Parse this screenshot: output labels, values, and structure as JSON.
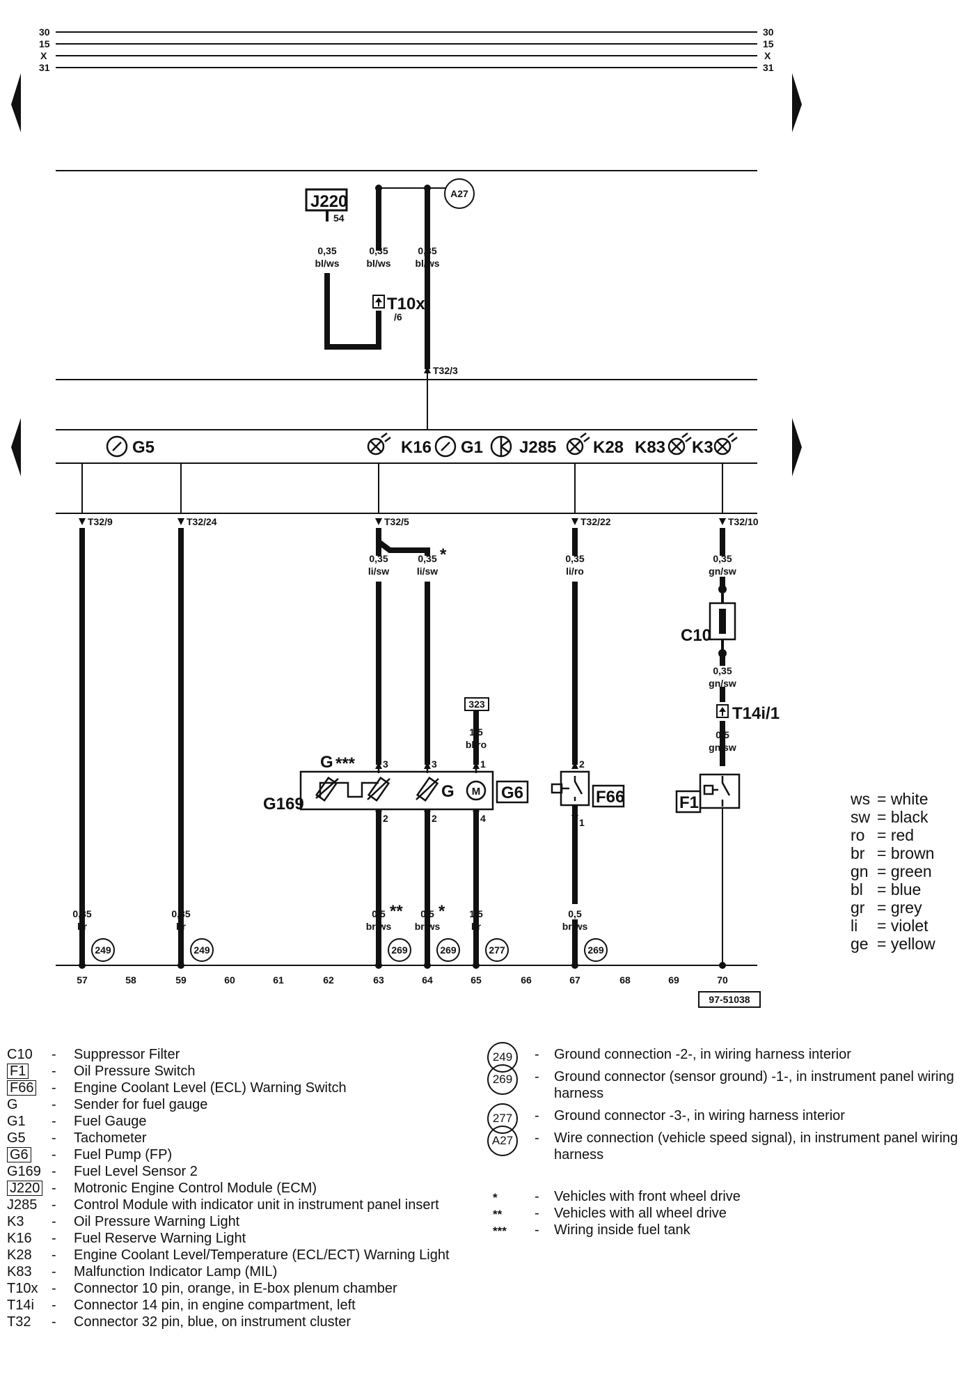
{
  "rails": [
    "30",
    "15",
    "X",
    "31"
  ],
  "components": {
    "J220": "J220",
    "J220_pin": "54",
    "A27": "A27",
    "T10x": "T10x",
    "T10x_pin": "/6",
    "T32_3": "T32/3",
    "G5": "G5",
    "K16": "K16",
    "G1": "G1",
    "J285": "J285",
    "K28": "K28",
    "K83": "K83",
    "K3": "K3",
    "C10": "C10",
    "T14i": "T14i/1",
    "G": "G",
    "G_stars": "***",
    "G169": "G169",
    "G6": "G6",
    "F66": "F66",
    "F1": "F1",
    "box323": "323",
    "ref": "97-51038"
  },
  "pin_labels": {
    "t32_9": "T32/9",
    "t32_24": "T32/24",
    "t32_5": "T32/5",
    "t32_22": "T32/22",
    "t32_10": "T32/10",
    "p3a": "3",
    "p3b": "3",
    "p1": "1",
    "p2a": "2",
    "p2b": "2",
    "p4": "4",
    "p2c": "2",
    "p1c": "1"
  },
  "wires": {
    "w_j220": [
      "0,35",
      "bl/ws"
    ],
    "w_t10": [
      "0,35",
      "bl/ws"
    ],
    "w_a27": [
      "0,35",
      "bl/ws"
    ],
    "w_63top": [
      "0,35",
      "li/sw"
    ],
    "w_64top": [
      "0,35",
      "li/sw"
    ],
    "w_67top": [
      "0,35",
      "li/ro"
    ],
    "w_70top": [
      "0,35",
      "gn/sw"
    ],
    "w_70mid": [
      "0,35",
      "gn/sw"
    ],
    "w_70low": [
      "0,5",
      "gn/sw"
    ],
    "w_65top": [
      "1,5",
      "bl/ro"
    ],
    "w_57": [
      "0,35",
      "br"
    ],
    "w_59": [
      "0,35",
      "br"
    ],
    "w_63": [
      "0,5",
      "br/ws"
    ],
    "w_64": [
      "0,5",
      "br/ws"
    ],
    "w_65": [
      "1,5",
      "br"
    ],
    "w_67": [
      "0,5",
      "br/ws"
    ]
  },
  "marks": {
    "m64top": "*",
    "m63": "**",
    "m64": "*"
  },
  "grounds": {
    "g57": "249",
    "g59": "249",
    "g63": "269",
    "g64": "269",
    "g65": "277",
    "g67": "269"
  },
  "numbers": [
    "57",
    "58",
    "59",
    "60",
    "61",
    "62",
    "63",
    "64",
    "65",
    "66",
    "67",
    "68",
    "69",
    "70"
  ],
  "color_key": [
    [
      "ws",
      "= white"
    ],
    [
      "sw",
      "= black"
    ],
    [
      "ro",
      "= red"
    ],
    [
      "br",
      "= brown"
    ],
    [
      "gn",
      "= green"
    ],
    [
      "bl",
      "= blue"
    ],
    [
      "gr",
      "= grey"
    ],
    [
      "li",
      "= violet"
    ],
    [
      "ge",
      "= yellow"
    ]
  ],
  "legend_left": [
    {
      "code": "C10",
      "box": false,
      "dash": "-",
      "desc": "Suppressor Filter"
    },
    {
      "code": "F1",
      "box": true,
      "dash": "-",
      "desc": "Oil Pressure Switch"
    },
    {
      "code": "F66",
      "box": true,
      "dash": "-",
      "desc": "Engine Coolant Level (ECL) Warning Switch"
    },
    {
      "code": "G",
      "box": false,
      "dash": "-",
      "desc": "Sender for fuel gauge"
    },
    {
      "code": "G1",
      "box": false,
      "dash": "-",
      "desc": "Fuel Gauge"
    },
    {
      "code": "G5",
      "box": false,
      "dash": "-",
      "desc": "Tachometer"
    },
    {
      "code": "G6",
      "box": true,
      "dash": "-",
      "desc": "Fuel Pump (FP)"
    },
    {
      "code": "G169",
      "box": false,
      "dash": "-",
      "desc": "Fuel Level Sensor 2"
    },
    {
      "code": "J220",
      "box": true,
      "dash": "-",
      "desc": "Motronic Engine Control Module (ECM)"
    },
    {
      "code": "J285",
      "box": false,
      "dash": "-",
      "desc": "Control Module with indicator unit in instrument panel insert"
    },
    {
      "code": "K3",
      "box": false,
      "dash": "-",
      "desc": "Oil Pressure Warning Light"
    },
    {
      "code": "K16",
      "box": false,
      "dash": "-",
      "desc": "Fuel Reserve Warning Light"
    },
    {
      "code": "K28",
      "box": false,
      "dash": "-",
      "desc": "Engine Coolant Level/Temperature (ECL/ECT) Warning Light"
    },
    {
      "code": "K83",
      "box": false,
      "dash": "-",
      "desc": "Malfunction Indicator Lamp (MIL)"
    },
    {
      "code": "T10x",
      "box": false,
      "dash": "-",
      "desc": "Connector 10 pin, orange, in E-box plenum chamber"
    },
    {
      "code": "T14i",
      "box": false,
      "dash": "-",
      "desc": "Connector 14 pin, in engine compartment, left"
    },
    {
      "code": "T32",
      "box": false,
      "dash": "-",
      "desc": "Connector 32 pin, blue, on instrument cluster"
    }
  ],
  "legend_right": [
    {
      "code": "249",
      "type": "circle",
      "dash": "-",
      "desc": "Ground connection -2-, in wiring harness interior"
    },
    {
      "code": "269",
      "type": "circle",
      "dash": "-",
      "desc": "Ground connector (sensor ground) -1-, in instrument panel wiring harness"
    },
    {
      "code": "277",
      "type": "circle",
      "dash": "-",
      "desc": "Ground connector -3-, in wiring harness interior"
    },
    {
      "code": "A27",
      "type": "circle",
      "dash": "-",
      "desc": "Wire connection (vehicle speed signal), in instrument panel wiring harness"
    },
    {
      "code": "*",
      "type": "star",
      "dash": "-",
      "desc": "Vehicles with front wheel drive"
    },
    {
      "code": "**",
      "type": "star",
      "dash": "-",
      "desc": "Vehicles with all wheel drive"
    },
    {
      "code": "***",
      "type": "star",
      "dash": "-",
      "desc": "Wiring inside fuel tank"
    }
  ]
}
